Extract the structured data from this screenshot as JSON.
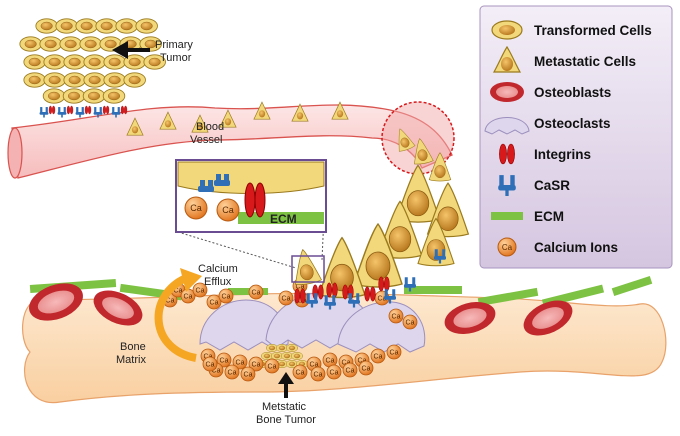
{
  "labels": {
    "primary_tumor": [
      "Primary",
      "Tumor"
    ],
    "blood_vessel": [
      "Blood",
      "Vessel"
    ],
    "calcium_efflux": [
      "Calcium",
      "Efflux"
    ],
    "bone_matrix": [
      "Bone",
      "Matrix"
    ],
    "metastatic_bone_tumor": [
      "Metstatic",
      "Bone Tumor"
    ],
    "inset_ecm": "ECM",
    "calcium_symbol": "Ca"
  },
  "legend": {
    "items": [
      {
        "icon": "transformed-cell-icon",
        "label": "Transformed Cells"
      },
      {
        "icon": "metastatic-cell-icon",
        "label": "Metastatic Cells"
      },
      {
        "icon": "osteoblast-icon",
        "label": "Osteoblasts"
      },
      {
        "icon": "osteoclast-icon",
        "label": "Osteoclasts"
      },
      {
        "icon": "integrin-icon",
        "label": "Integrins"
      },
      {
        "icon": "casr-icon",
        "label": "CaSR"
      },
      {
        "icon": "ecm-icon",
        "label": "ECM"
      },
      {
        "icon": "calcium-ion-icon",
        "label": "Calcium Ions"
      }
    ]
  },
  "colors": {
    "cell_fill": "#f2d87a",
    "nucleus": "#c98a1c",
    "vessel": "#fbd4d4",
    "vessel_stroke": "#d9534f",
    "bone": "#fde0bd",
    "osteoblast": "#c0282d",
    "osteoclast": "#ddd6ec",
    "integrin": "#d7191c",
    "casr": "#2e6fb7",
    "ecm": "#7dc242",
    "calcium": "#f08a24",
    "legend_bg": "#e4d9ec"
  }
}
